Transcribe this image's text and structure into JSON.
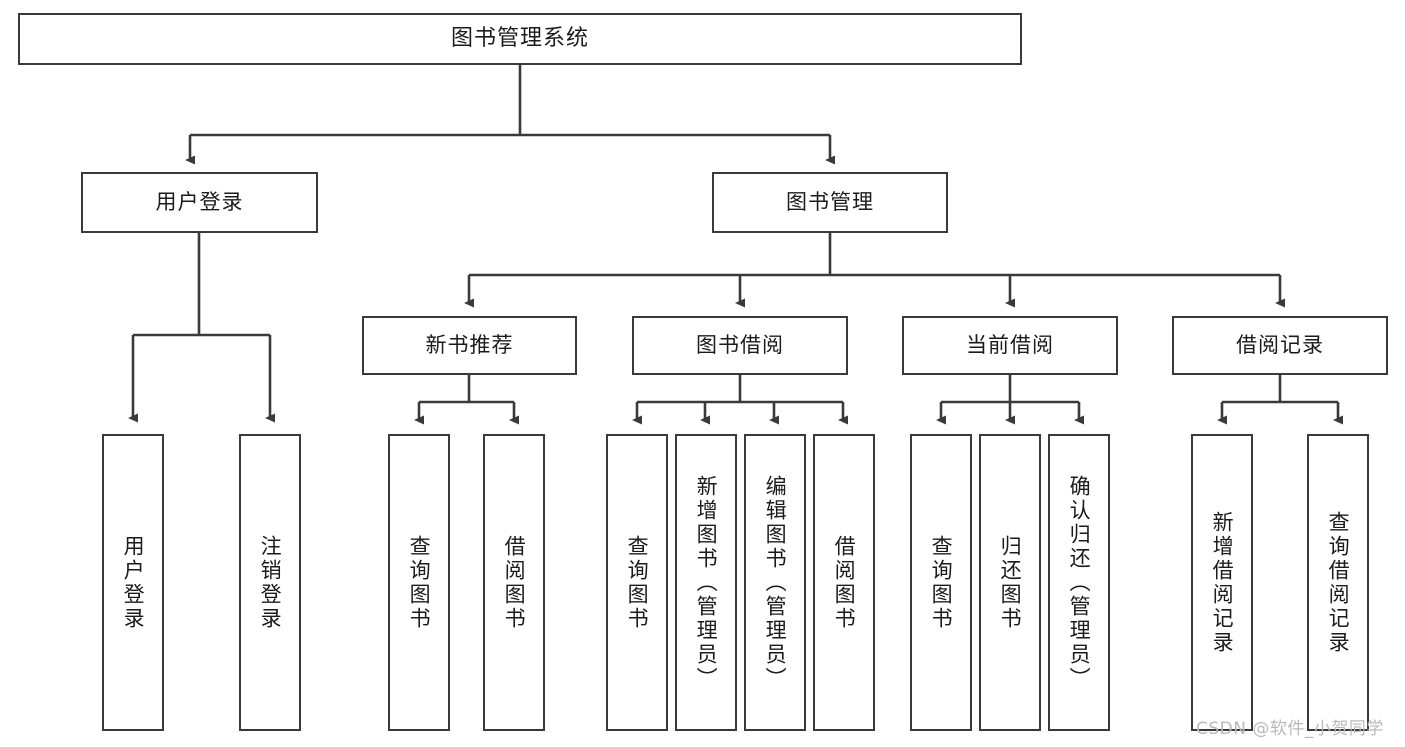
{
  "diagram": {
    "title": "图书管理系统",
    "type": "tree",
    "root": {
      "label": "图书管理系统"
    },
    "level2": [
      {
        "label": "用户登录"
      },
      {
        "label": "图书管理"
      }
    ],
    "level3": [
      {
        "label": "新书推荐"
      },
      {
        "label": "图书借阅"
      },
      {
        "label": "当前借阅"
      },
      {
        "label": "借阅记录"
      }
    ],
    "leaves": {
      "user_login": [
        {
          "label": "用户登录"
        },
        {
          "label": "注销登录"
        }
      ],
      "new_book_recommend": [
        {
          "label": "查询图书"
        },
        {
          "label": "借阅图书"
        }
      ],
      "book_borrow": [
        {
          "label": "查询图书"
        },
        {
          "label": "新增图书（管理员）"
        },
        {
          "label": "编辑图书（管理员）"
        },
        {
          "label": "借阅图书"
        }
      ],
      "current_borrow": [
        {
          "label": "查询图书"
        },
        {
          "label": "归还图书"
        },
        {
          "label": "确认归还（管理员）"
        }
      ],
      "borrow_record": [
        {
          "label": "新增借阅记录"
        },
        {
          "label": "查询借阅记录"
        }
      ]
    },
    "watermark": "CSDN @软件_小贺同学",
    "colors": {
      "stroke": "#3a3a3a",
      "fill": "#ffffff",
      "text": "#1b1b1b",
      "watermark": "#b9b9b9"
    }
  }
}
